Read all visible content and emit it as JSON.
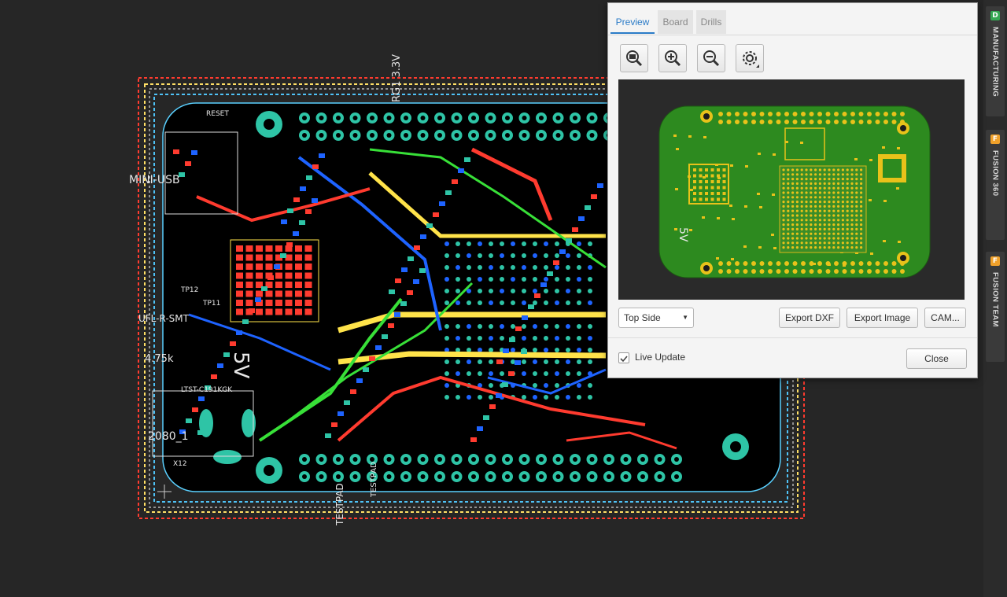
{
  "canvas": {
    "labels": {
      "rgl": "RG1 3.3V",
      "mini_usb": "MINI-USB",
      "ufl": "UFL-R-SMT",
      "res": "4.75k",
      "v5": "5V",
      "l2080": "2080_1",
      "testpad_a": "TESTPAD",
      "testpad_b": "TESTPAD",
      "reset": "RESET",
      "tp12": "TP12",
      "tp11": "TP11",
      "ltst": "LTST-C191KGK",
      "x12": "X12"
    }
  },
  "colors": {
    "background": "#262626",
    "board": "#000000",
    "outline_red": "#ff3b2f",
    "outline_yellow": "#ffe066",
    "outline_cyan": "#4fc3f7",
    "pad_cyan": "#2ec4a6",
    "trace_red": "#ff3b2f",
    "trace_blue": "#1e63ff",
    "trace_green": "#38e038",
    "trace_yellow": "#ffe34a",
    "preview_board": "#2d8a1f",
    "preview_pad": "#e8c21a",
    "accent": "#2a7bc7"
  },
  "side_panel": {
    "tabs": [
      {
        "label": "MANUFACTURING",
        "icon": "manufacturing-icon",
        "color": "#35a853"
      },
      {
        "label": "FUSION 360",
        "icon": "fusion360-icon",
        "color": "#f0a12a"
      },
      {
        "label": "FUSION TEAM",
        "icon": "fusion-team-icon",
        "color": "#f0a12a"
      }
    ]
  },
  "dialog": {
    "tabs": [
      {
        "label": "Preview",
        "active": true
      },
      {
        "label": "Board",
        "active": false
      },
      {
        "label": "Drills",
        "active": false
      }
    ],
    "tools": [
      "zoom-fit-icon",
      "zoom-in-icon",
      "zoom-out-icon",
      "settings-icon"
    ],
    "preview": {
      "silk_label": "5V"
    },
    "side_select": {
      "value": "Top Side"
    },
    "buttons": {
      "export_dxf": "Export DXF",
      "export_image": "Export Image",
      "cam": "CAM...",
      "close": "Close"
    },
    "live_update": {
      "label": "Live Update",
      "checked": true
    }
  }
}
